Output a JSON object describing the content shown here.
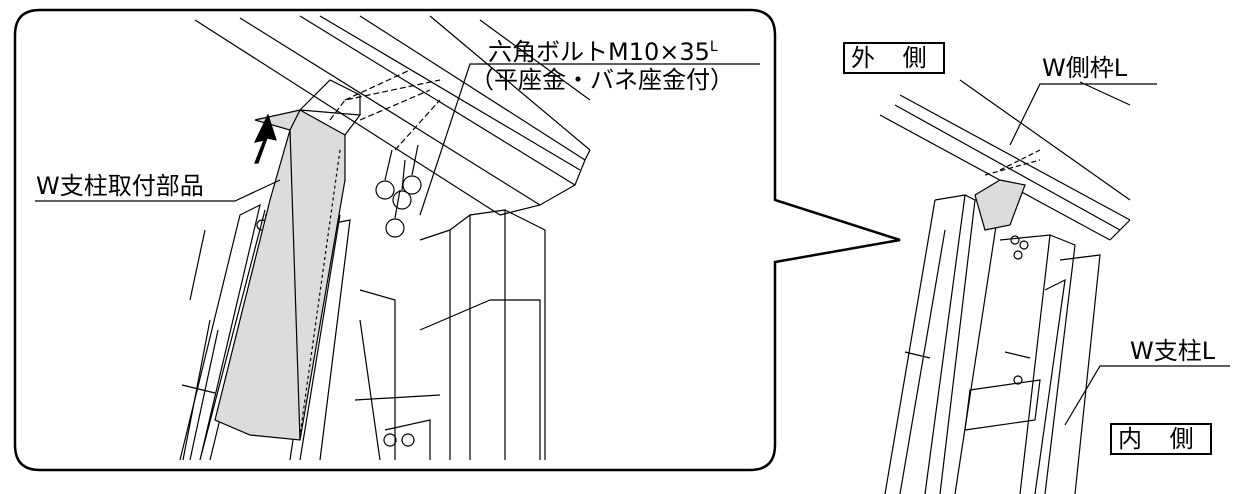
{
  "labels": {
    "bolt_line1": "六角ボルトM10×35",
    "bolt_sup": "L",
    "bolt_line2": "（平座金・バネ座金付）",
    "mount_part": "W支柱取付部品",
    "outer_side": "外 側",
    "side_frame": "W側枠L",
    "post": "W支柱L",
    "inner_side": "内 側"
  },
  "colors": {
    "line": "#000000",
    "shade": "#dcdcdc",
    "background": "#ffffff"
  }
}
